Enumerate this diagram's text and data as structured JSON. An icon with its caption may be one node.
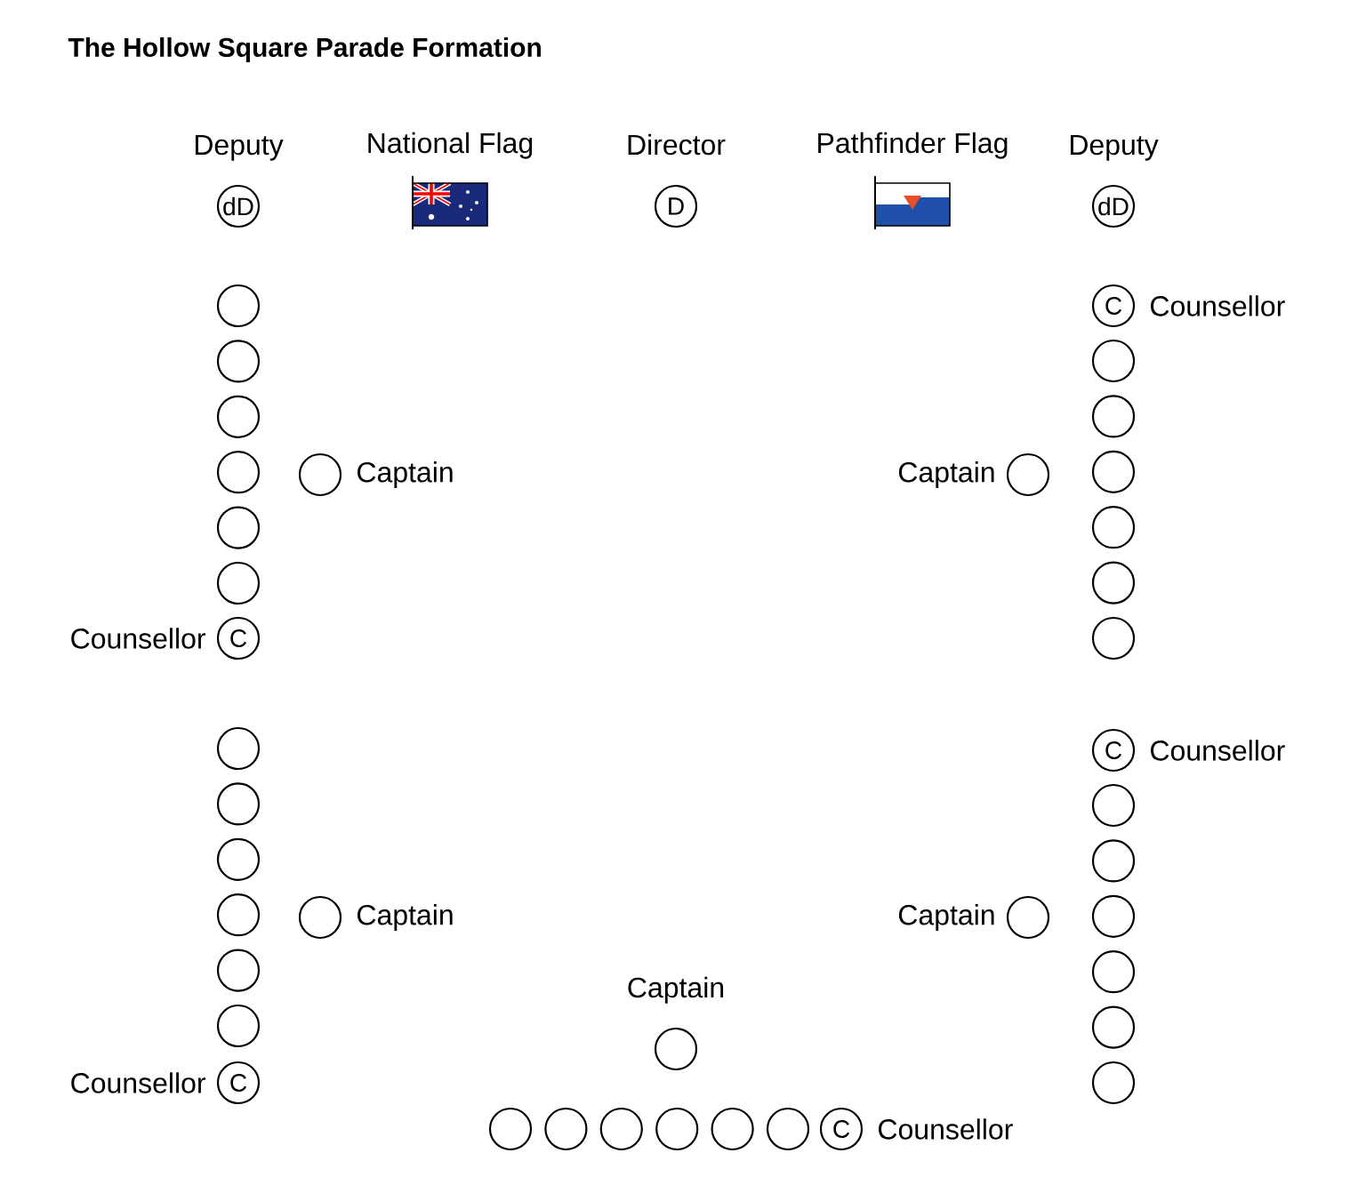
{
  "diagram": {
    "title": "The Hollow Square Parade Formation",
    "nodes": [
      {
        "text": [
          "dD"
        ],
        "beside": [
          "Deputy"
        ]
      },
      {
        "text": [],
        "shape": "picture",
        "beside": [
          "National Flag"
        ]
      },
      {
        "text": [
          "D"
        ],
        "beside": [
          "Director"
        ]
      },
      {
        "text": [],
        "shape": "picture",
        "beside": [
          "Pathfinder Flag"
        ]
      },
      {
        "text": [
          "dD"
        ],
        "beside": [
          "Deputy"
        ]
      },
      {
        "text": [],
        "shape": "circle"
      },
      {
        "text": [],
        "shape": "circle"
      },
      {
        "text": [],
        "shape": "circle"
      },
      {
        "text": [],
        "shape": "circle"
      },
      {
        "text": [],
        "shape": "circle"
      },
      {
        "text": [],
        "shape": "circle"
      },
      {
        "text": [
          "C"
        ],
        "beside": [
          "Counsellor"
        ]
      },
      {
        "text": [],
        "shape": "circle",
        "beside": [
          "Captain"
        ]
      },
      {
        "text": [],
        "shape": "circle",
        "beside": [
          "Captain"
        ]
      },
      {
        "text": [
          "C"
        ],
        "beside": [
          "Counsellor"
        ]
      },
      {
        "text": [],
        "shape": "circle"
      },
      {
        "text": [],
        "shape": "circle"
      },
      {
        "text": [],
        "shape": "circle"
      },
      {
        "text": [],
        "shape": "circle"
      },
      {
        "text": [],
        "shape": "circle"
      },
      {
        "text": [],
        "shape": "circle"
      },
      {
        "text": [],
        "shape": "circle"
      },
      {
        "text": [],
        "shape": "circle"
      },
      {
        "text": [],
        "shape": "circle"
      },
      {
        "text": [],
        "shape": "circle"
      },
      {
        "text": [],
        "shape": "circle"
      },
      {
        "text": [],
        "shape": "circle"
      },
      {
        "text": [
          "C"
        ],
        "beside": [
          "Counsellor"
        ]
      },
      {
        "text": [],
        "shape": "circle",
        "beside": [
          "Captain"
        ]
      },
      {
        "text": [],
        "shape": "circle",
        "beside": [
          "Captain"
        ]
      },
      {
        "text": [
          "C"
        ],
        "beside": [
          "Counsellor"
        ]
      },
      {
        "text": [],
        "shape": "circle"
      },
      {
        "text": [],
        "shape": "circle"
      },
      {
        "text": [],
        "shape": "circle"
      },
      {
        "text": [],
        "shape": "circle"
      },
      {
        "text": [],
        "shape": "circle"
      },
      {
        "text": [],
        "shape": "circle"
      },
      {
        "text": [],
        "shape": "circle",
        "beside": [
          "Captain"
        ]
      },
      {
        "text": [],
        "shape": "circle"
      },
      {
        "text": [],
        "shape": "circle"
      },
      {
        "text": [],
        "shape": "circle"
      },
      {
        "text": [],
        "shape": "circle"
      },
      {
        "text": [],
        "shape": "circle"
      },
      {
        "text": [],
        "shape": "circle"
      },
      {
        "text": [
          "C"
        ],
        "beside": [
          "Counsellor"
        ]
      }
    ]
  }
}
